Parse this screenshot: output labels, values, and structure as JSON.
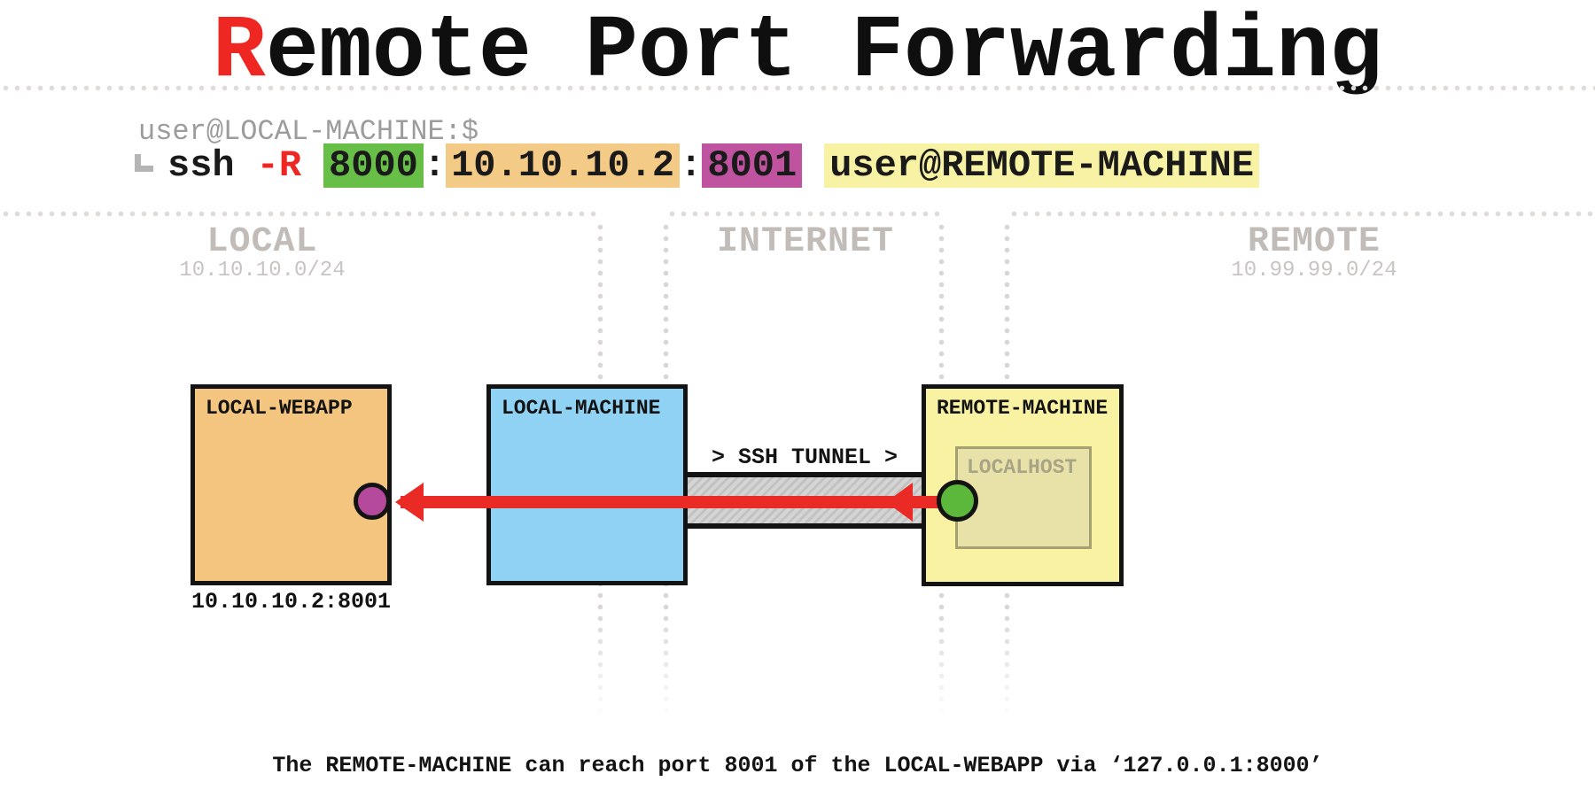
{
  "title": {
    "accent": "R",
    "rest": "emote Port Forwarding"
  },
  "terminal": {
    "prompt": "user@LOCAL-MACHINE:$",
    "command": {
      "program": "ssh",
      "flag": "-R",
      "remote_port": "8000",
      "separator": ":",
      "dest_host": "10.10.10.2",
      "dest_port": "8001",
      "target": "user@REMOTE-MACHINE"
    }
  },
  "zones": {
    "local": {
      "name": "LOCAL",
      "subnet": "10.10.10.0/24"
    },
    "internet": {
      "name": "INTERNET"
    },
    "remote": {
      "name": "REMOTE",
      "subnet": "10.99.99.0/24"
    }
  },
  "nodes": {
    "local_webapp": {
      "label": "LOCAL-WEBAPP",
      "address": "10.10.10.2:8001"
    },
    "local_machine": {
      "label": "LOCAL-MACHINE"
    },
    "remote_machine": {
      "label": "REMOTE-MACHINE",
      "localhost_label": "LOCALHOST"
    }
  },
  "tunnel": {
    "label": "> SSH TUNNEL >"
  },
  "caption": "The REMOTE-MACHINE can reach port 8001 of the LOCAL-WEBAPP via ‘127.0.0.1:8000’",
  "colors": {
    "accent_red": "#ee2722",
    "arrow_red": "#ea2a24",
    "highlight_green": "#68bf48",
    "highlight_orange": "#f4ca87",
    "highlight_magenta": "#bf539f",
    "highlight_yellow": "#f8f2a4",
    "box_orange": "#f3c57f",
    "box_blue": "#8fd2f4",
    "box_yellow": "#f9f2a2",
    "localhost_fill": "#e8e2a8",
    "localhost_border": "#a5a171",
    "endpoint_purple": "#b54a9d",
    "endpoint_green": "#5cb83a",
    "zone_text_gray": "#c1bcb8",
    "dotted_line_gray": "#d9d6d4",
    "tunnel_gray": "#d4d4d4"
  }
}
